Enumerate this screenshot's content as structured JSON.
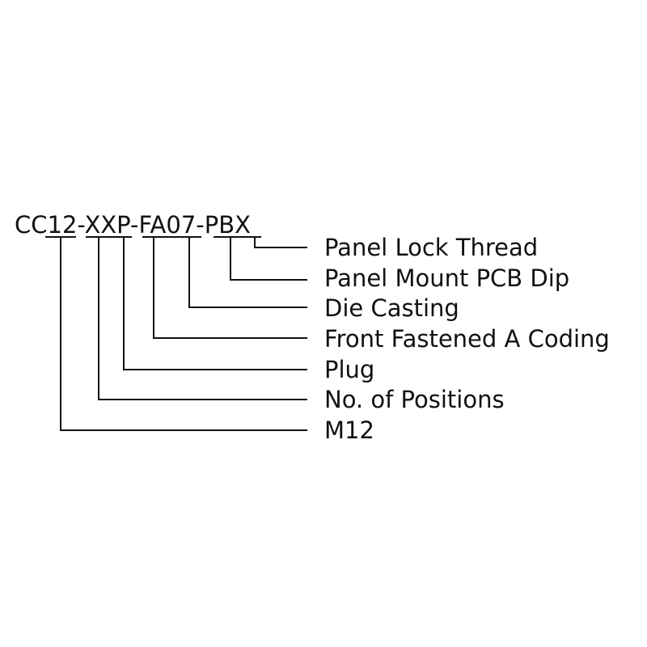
{
  "part_number": {
    "segments": [
      {
        "text": "CC",
        "underlined": false
      },
      {
        "text": "12",
        "underlined": true
      },
      {
        "text": "-",
        "underlined": false
      },
      {
        "text": "XX",
        "underlined": true
      },
      {
        "text": "P",
        "underlined": true
      },
      {
        "text": "-",
        "underlined": false
      },
      {
        "text": "F",
        "underlined": true
      },
      {
        "text": "A07",
        "underlined": true
      },
      {
        "text": "-",
        "underlined": false
      },
      {
        "text": "PB",
        "underlined": true
      },
      {
        "text": "X",
        "underlined": true
      }
    ]
  },
  "labels": [
    "Panel Lock Thread",
    "Panel Mount PCB Dip",
    "Die Casting",
    "Front Fastened A Coding",
    "Plug",
    "No. of Positions",
    "M12"
  ]
}
